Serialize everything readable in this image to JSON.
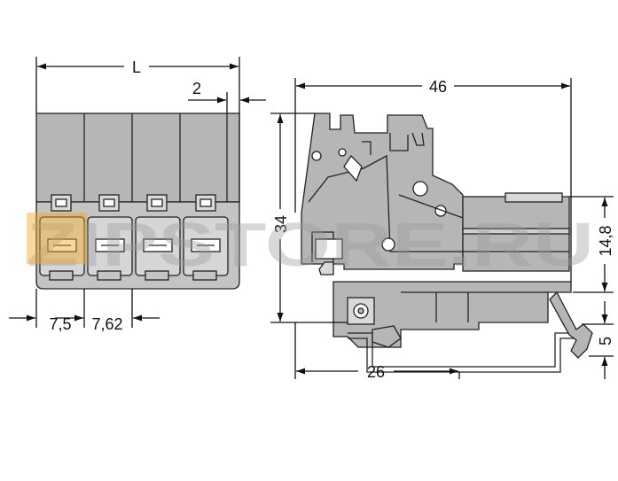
{
  "dimensions": {
    "length_label": "L",
    "overhang": "2",
    "first_pitch": "7,5",
    "pitch": "7,62",
    "height": "34",
    "depth": "46",
    "socket_height": "14,8",
    "rail_offset": "5",
    "rail_depth": "26"
  },
  "watermark": {
    "text": "ZIPSTORE.RU",
    "accent": "#f5a623"
  },
  "colors": {
    "body_fill": "#b6b6b6",
    "body_light": "#d9d9d9",
    "outline": "#222222"
  }
}
